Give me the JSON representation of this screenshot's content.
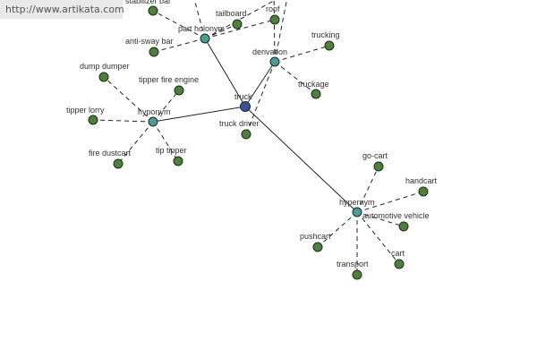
{
  "watermark": "http://www.artikata.com",
  "colors": {
    "center": "#3c4f9c",
    "relation": "#4e9a98",
    "leaf": "#4f7f3c",
    "edge": "#222222",
    "node_stroke": "#1d2b1d"
  },
  "nodes": [
    {
      "id": "truck",
      "label": "truck",
      "kind": "center"
    },
    {
      "id": "part_holonym",
      "label": "part holonym",
      "kind": "relation"
    },
    {
      "id": "derivation",
      "label": "derivation",
      "kind": "relation"
    },
    {
      "id": "hyponym",
      "label": "hyponym",
      "kind": "relation"
    },
    {
      "id": "hypernym",
      "label": "hypernym",
      "kind": "relation"
    },
    {
      "id": "stabilizer_bar",
      "label": "stabilizer bar",
      "kind": "leaf"
    },
    {
      "id": "tailboard",
      "label": "tailboard",
      "kind": "leaf"
    },
    {
      "id": "anti_sway_bar",
      "label": "anti-sway bar",
      "kind": "leaf"
    },
    {
      "id": "roof",
      "label": "roof",
      "kind": "leaf"
    },
    {
      "id": "trucking",
      "label": "trucking",
      "kind": "leaf"
    },
    {
      "id": "truckage",
      "label": "truckage",
      "kind": "leaf"
    },
    {
      "id": "truck_driver",
      "label": "truck driver",
      "kind": "leaf"
    },
    {
      "id": "dump_dumper",
      "label": "dump dumper",
      "kind": "leaf"
    },
    {
      "id": "tipper_fire_engine",
      "label": "tipper fire engine",
      "kind": "leaf"
    },
    {
      "id": "tipper_lorry",
      "label": "tipper lorry",
      "kind": "leaf"
    },
    {
      "id": "fire_dustcart",
      "label": "fire dustcart",
      "kind": "leaf"
    },
    {
      "id": "tip_tipper",
      "label": "tip tipper",
      "kind": "leaf"
    },
    {
      "id": "go_cart",
      "label": "go-cart",
      "kind": "leaf"
    },
    {
      "id": "handcart",
      "label": "handcart",
      "kind": "leaf"
    },
    {
      "id": "automotive_vehicle",
      "label": "automotive vehicle",
      "kind": "leaf"
    },
    {
      "id": "pushcart",
      "label": "pushcart",
      "kind": "leaf"
    },
    {
      "id": "cart",
      "label": "cart",
      "kind": "leaf"
    },
    {
      "id": "transport",
      "label": "transport",
      "kind": "leaf"
    }
  ],
  "edges": [
    {
      "from": "truck",
      "to": "part_holonym",
      "style": "solid"
    },
    {
      "from": "truck",
      "to": "derivation",
      "style": "solid"
    },
    {
      "from": "truck",
      "to": "hyponym",
      "style": "solid"
    },
    {
      "from": "truck",
      "to": "hypernym",
      "style": "solid"
    },
    {
      "from": "part_holonym",
      "to": "stabilizer_bar",
      "style": "dashed"
    },
    {
      "from": "part_holonym",
      "to": "tailboard",
      "style": "dashed"
    },
    {
      "from": "part_holonym",
      "to": "anti_sway_bar",
      "style": "dashed"
    },
    {
      "from": "part_holonym",
      "to": "roof",
      "style": "dashed"
    },
    {
      "from": "part_holonym",
      "to": "offscreen_a",
      "style": "dashed"
    },
    {
      "from": "part_holonym",
      "to": "offscreen_b",
      "style": "dashed"
    },
    {
      "from": "derivation",
      "to": "trucking",
      "style": "dashed"
    },
    {
      "from": "derivation",
      "to": "truckage",
      "style": "dashed"
    },
    {
      "from": "derivation",
      "to": "truck_driver",
      "style": "dashed"
    },
    {
      "from": "derivation",
      "to": "offscreen_b",
      "style": "dashed"
    },
    {
      "from": "derivation",
      "to": "offscreen_c",
      "style": "dashed"
    },
    {
      "from": "hyponym",
      "to": "dump_dumper",
      "style": "dashed"
    },
    {
      "from": "hyponym",
      "to": "tipper_fire_engine",
      "style": "dashed"
    },
    {
      "from": "hyponym",
      "to": "tipper_lorry",
      "style": "dashed"
    },
    {
      "from": "hyponym",
      "to": "fire_dustcart",
      "style": "dashed"
    },
    {
      "from": "hyponym",
      "to": "tip_tipper",
      "style": "dashed"
    },
    {
      "from": "hypernym",
      "to": "go_cart",
      "style": "dashed"
    },
    {
      "from": "hypernym",
      "to": "handcart",
      "style": "dashed"
    },
    {
      "from": "hypernym",
      "to": "automotive_vehicle",
      "style": "dashed"
    },
    {
      "from": "hypernym",
      "to": "pushcart",
      "style": "dashed"
    },
    {
      "from": "hypernym",
      "to": "cart",
      "style": "dashed"
    },
    {
      "from": "hypernym",
      "to": "transport",
      "style": "dashed"
    }
  ]
}
